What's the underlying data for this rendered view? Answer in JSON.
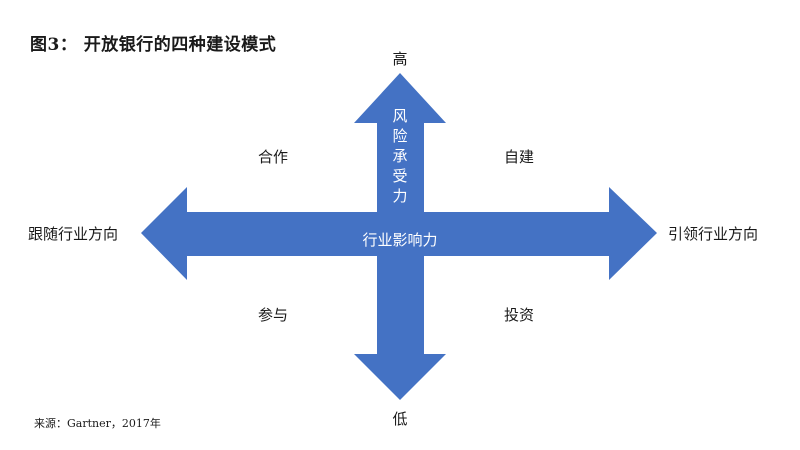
{
  "title": "图3：  开放银行的四种建设模式",
  "axis": {
    "top": "高",
    "bottom": "低",
    "left": "跟随行业方向",
    "right": "引领行业方向",
    "vertical_label": "风险承受力",
    "horizontal_label": "行业影响力"
  },
  "quadrants": {
    "top_left": "合作",
    "top_right": "自建",
    "bottom_left": "参与",
    "bottom_right": "投资"
  },
  "source": "来源：Gartner，2017年",
  "colors": {
    "arrow_fill": "#4472C4"
  }
}
